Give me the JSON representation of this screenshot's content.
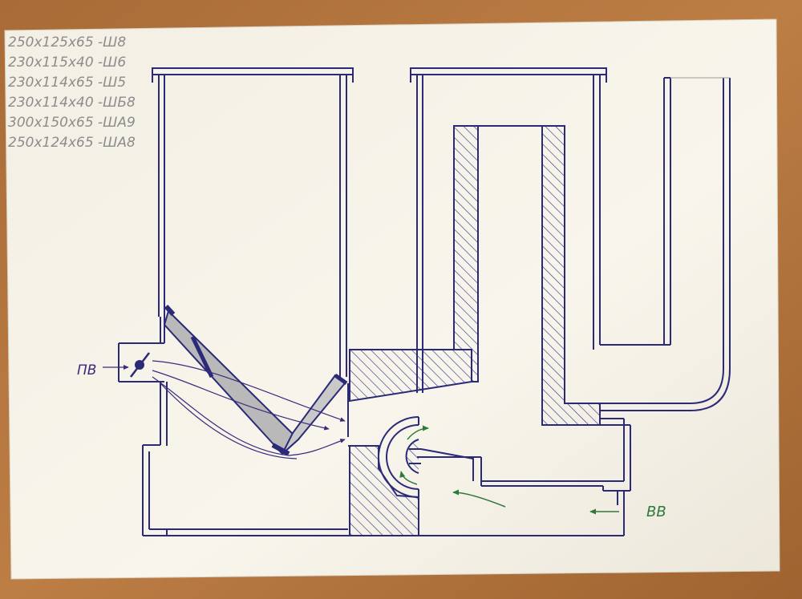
{
  "notes": {
    "lines": [
      "250x125x65 -Ш8",
      "230x115x40 -Ш6",
      "230x114x65 -Ш5",
      "230x114x40 -ШБ8",
      "300x150x65 -ШA9",
      "250x124x65 -ШA8"
    ]
  },
  "labels": {
    "primary_air": "ПВ",
    "secondary_air": "ВВ"
  },
  "colors": {
    "table": "#b5763f",
    "paper": "#f6f3ea",
    "ink": "#2a2a78",
    "pencil": "#8a8a8a",
    "arrow_green": "#2f7a3a",
    "grate_fill": "#b9b9b9"
  }
}
